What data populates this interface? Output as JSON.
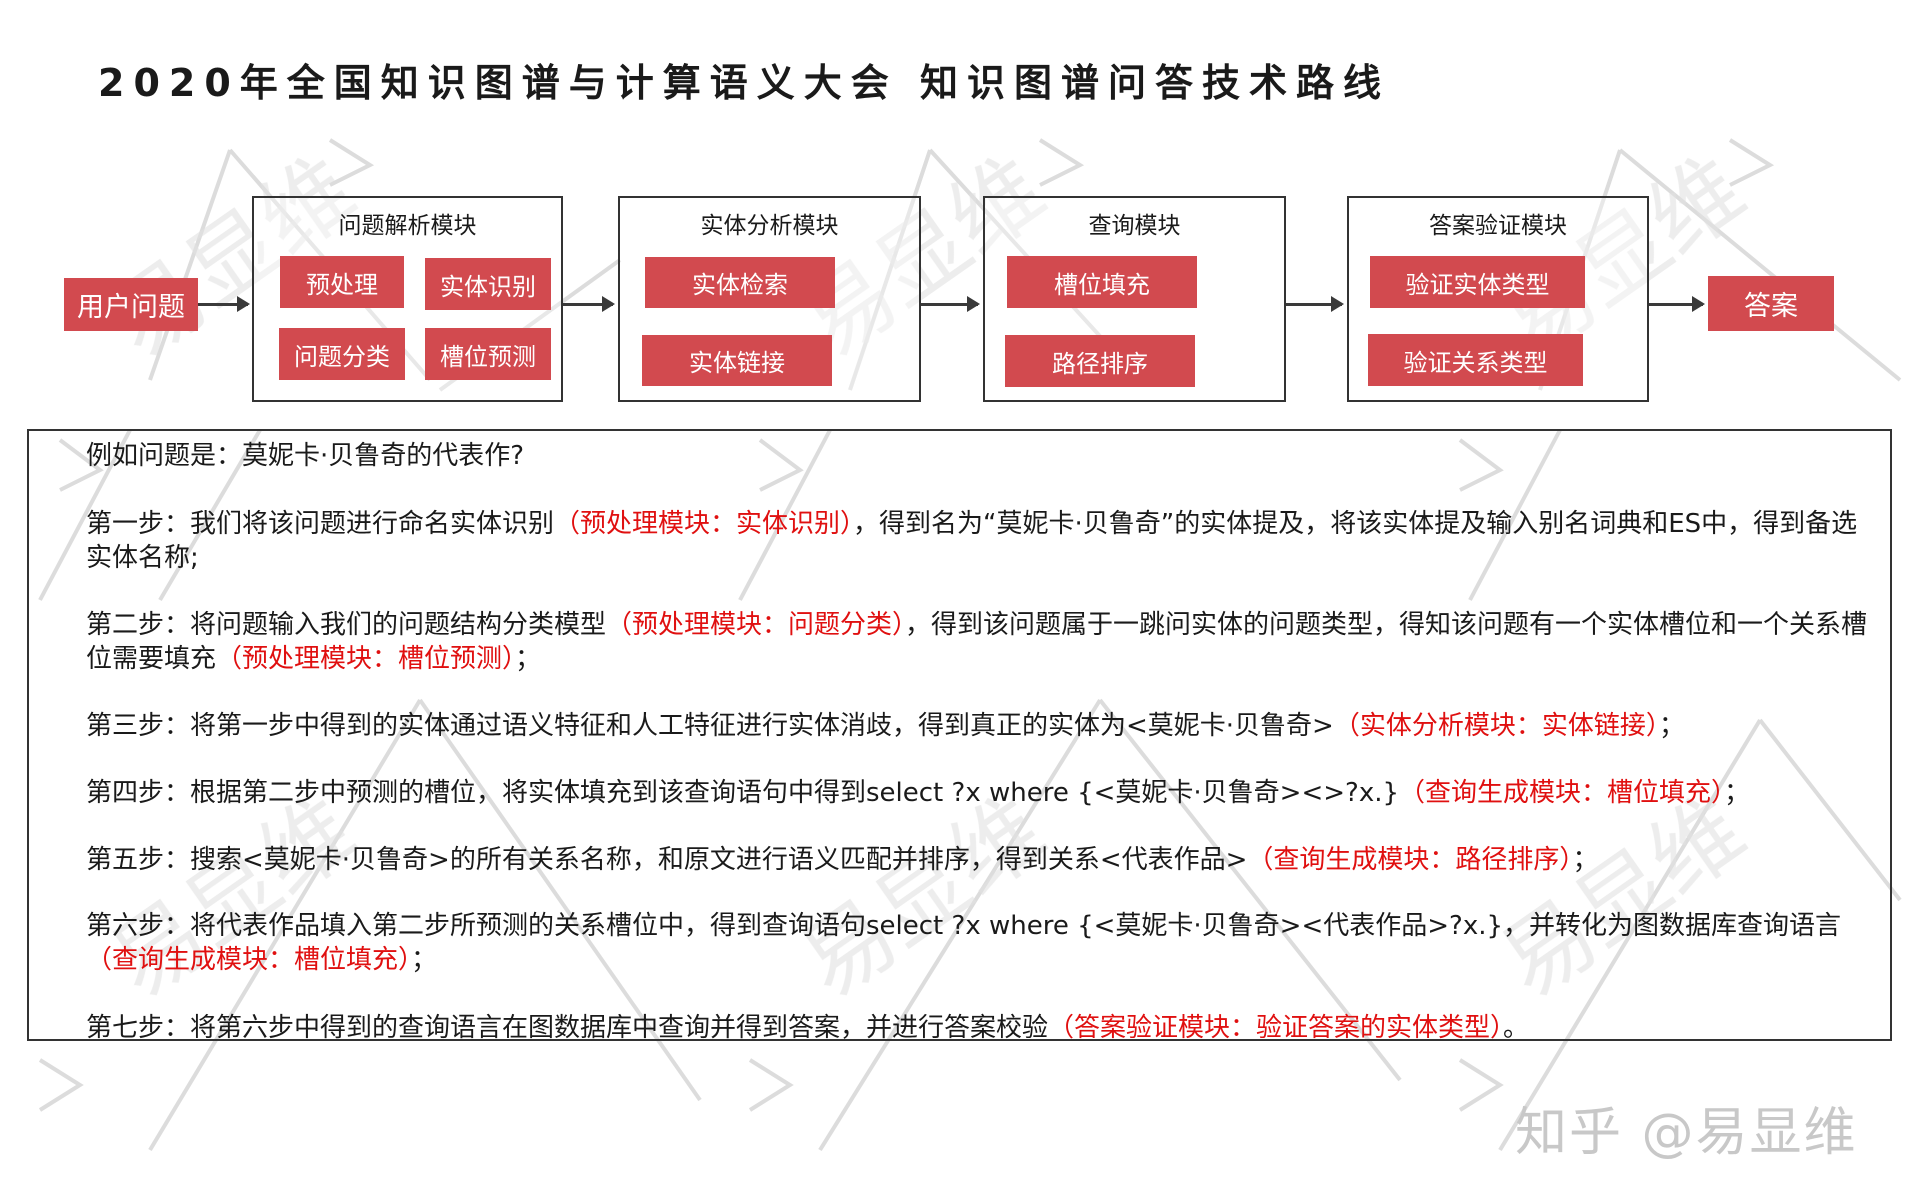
{
  "title": "2020年全国知识图谱与计算语义大会 知识图谱问答技术路线",
  "flow": {
    "start": "用户问题",
    "end": "答案",
    "modules": [
      {
        "title": "问题解析模块",
        "items": [
          "预处理",
          "实体识别",
          "问题分类",
          "槽位预测"
        ]
      },
      {
        "title": "实体分析模块",
        "items": [
          "实体检索",
          "实体链接"
        ]
      },
      {
        "title": "查询模块",
        "items": [
          "槽位填充",
          "路径排序"
        ]
      },
      {
        "title": "答案验证模块",
        "items": [
          "验证实体类型",
          "验证关系类型"
        ]
      }
    ]
  },
  "example": {
    "question": "例如问题是：莫妮卡·贝鲁奇的代表作?",
    "steps": [
      {
        "pre": "第一步：我们将该问题进行命名实体识别",
        "tag": "（预处理模块：实体识别）",
        "post": "，得到名为“莫妮卡·贝鲁奇”的实体提及，将该实体提及输入别名词典和ES中，得到备选实体名称;"
      },
      {
        "pre": "第二步：将问题输入我们的问题结构分类模型",
        "tag": "（预处理模块：问题分类）",
        "post": "，得到该问题属于一跳问实体的问题类型，得知该问题有一个实体槽位和一个关系槽位需要填充",
        "tag2": "（预处理模块：槽位预测）",
        "post2": "；"
      },
      {
        "pre": "第三步：将第一步中得到的实体通过语义特征和人工特征进行实体消歧，得到真正的实体为<莫妮卡·贝鲁奇>",
        "tag": "（实体分析模块：实体链接）",
        "post": "；"
      },
      {
        "pre": "第四步：根据第二步中预测的槽位，将实体填充到该查询语句中得到select ?x where {<莫妮卡·贝鲁奇><>?x.}",
        "tag": "（查询生成模块：槽位填充）",
        "post": "；"
      },
      {
        "pre": "第五步：搜索<莫妮卡·贝鲁奇>的所有关系名称，和原文进行语义匹配并排序，得到关系<代表作品>",
        "tag": "（查询生成模块：路径排序）",
        "post": "；"
      },
      {
        "pre": "第六步：将代表作品填入第二步所预测的关系槽位中，得到查询语句select ?x where {<莫妮卡·贝鲁奇><代表作品>?x.}，并转化为图数据库查询语言",
        "tag": "（查询生成模块：槽位填充）",
        "post": "；"
      },
      {
        "pre": "第七步：将第六步中得到的查询语言在图数据库中查询并得到答案，并进行答案校验",
        "tag": "（答案验证模块：验证答案的实体类型）",
        "post": "。"
      }
    ]
  },
  "watermark": {
    "text": "易显维",
    "credit": "知乎 @易显维"
  },
  "colors": {
    "box_red": "#d24a4f",
    "highlight_red": "#e01010",
    "border": "#333333"
  }
}
